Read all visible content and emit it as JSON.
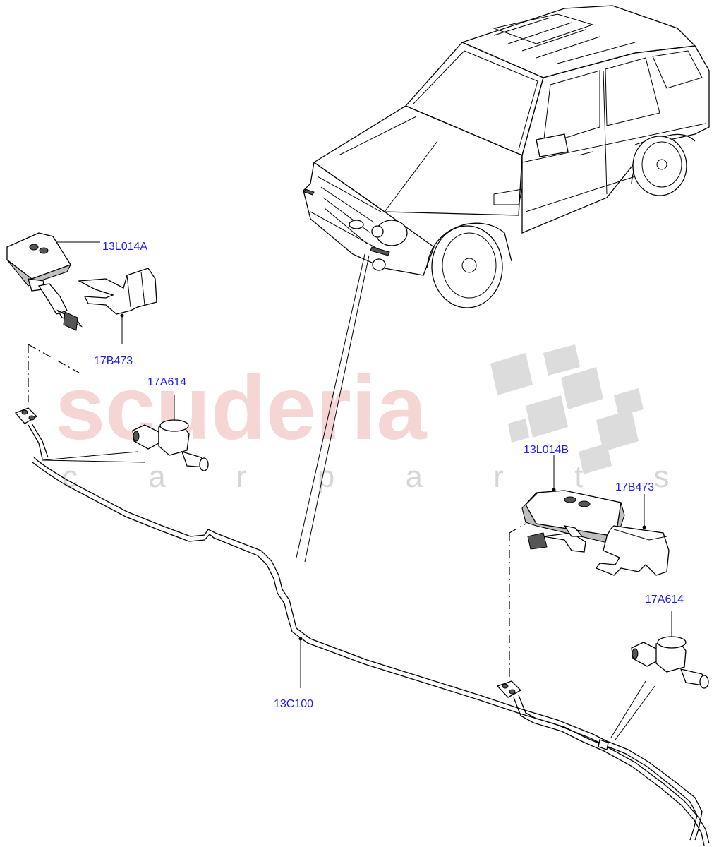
{
  "watermark": {
    "brand": "scuderia",
    "tagline": "c a r   p a r t s"
  },
  "callouts": {
    "nozzle_left": "13L014A",
    "bracket_left": "17B473",
    "valve_left": "17A614",
    "nozzle_right": "13L014B",
    "bracket_right": "17B473",
    "valve_right": "17A614",
    "hose": "13C100"
  },
  "colors": {
    "callout_text": "#1a1aff",
    "line_art": "#000000",
    "watermark_text": "#f4c8c8",
    "watermark_flag": "#dcdcdc"
  }
}
